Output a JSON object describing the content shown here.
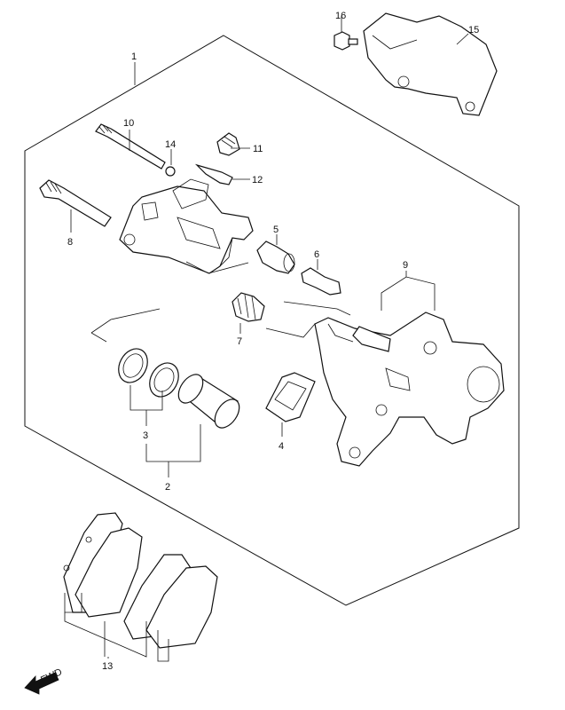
{
  "diagram": {
    "callouts": [
      {
        "id": "c1",
        "text": "1"
      },
      {
        "id": "c2",
        "text": "2"
      },
      {
        "id": "c3",
        "text": "3"
      },
      {
        "id": "c4",
        "text": "4"
      },
      {
        "id": "c5",
        "text": "5"
      },
      {
        "id": "c6",
        "text": "6"
      },
      {
        "id": "c7",
        "text": "7"
      },
      {
        "id": "c8",
        "text": "8"
      },
      {
        "id": "c9",
        "text": "9"
      },
      {
        "id": "c10",
        "text": "10"
      },
      {
        "id": "c11",
        "text": "11"
      },
      {
        "id": "c12",
        "text": "12"
      },
      {
        "id": "c13",
        "text": "13"
      },
      {
        "id": "c14",
        "text": "14"
      },
      {
        "id": "c15",
        "text": "15"
      },
      {
        "id": "c16",
        "text": "16"
      }
    ],
    "fwd_label": "FWD"
  }
}
